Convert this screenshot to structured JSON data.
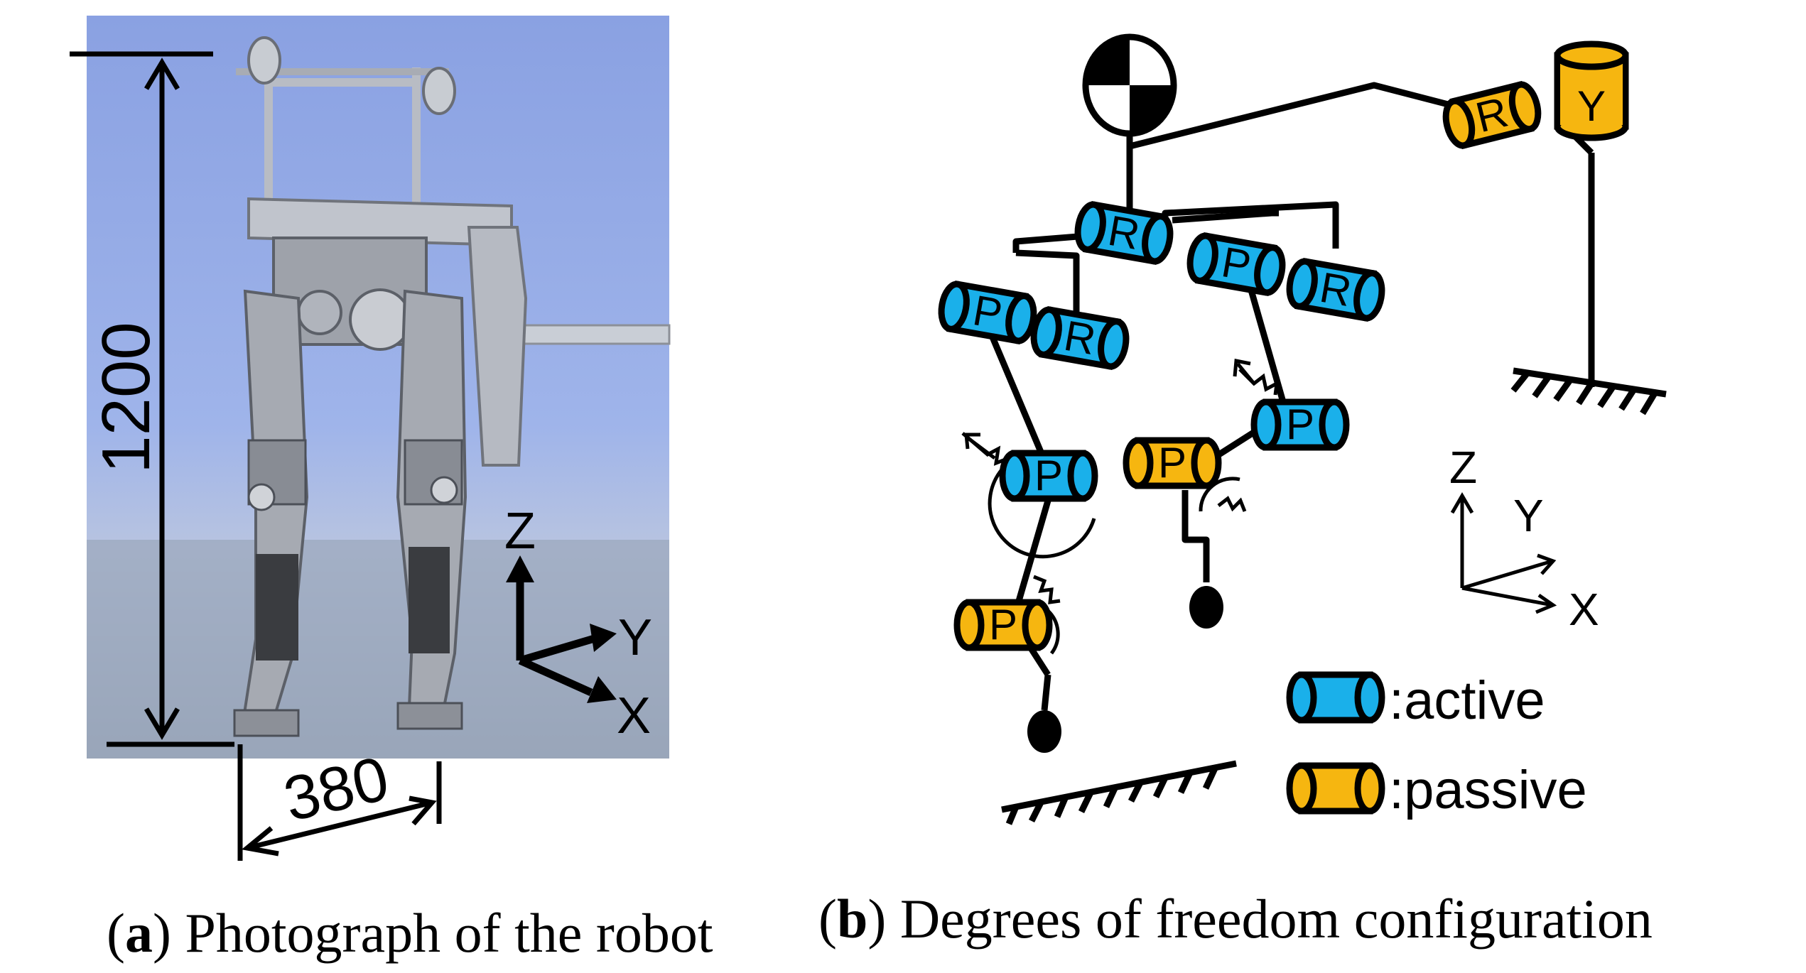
{
  "panel_a": {
    "caption_letter": "a",
    "caption_text": ") Photograph of the robot",
    "height_dim": "1200",
    "width_dim": "380",
    "axes": {
      "z": "Z",
      "y": "Y",
      "x": "X"
    }
  },
  "panel_b": {
    "caption_letter": "b",
    "caption_text": ") Degrees of freedom configuration",
    "joints": {
      "hip_roll": "R",
      "left_hip_pitch": "P",
      "left_hip_roll": "R",
      "right_hip_pitch": "P",
      "right_hip_roll": "R",
      "left_knee": "P",
      "left_ankle": "P",
      "right_knee": "P",
      "right_ankle": "P",
      "boom_roll": "R",
      "boom_yaw": "Y"
    },
    "axes": {
      "z": "Z",
      "y": "Y",
      "x": "X"
    },
    "legend": {
      "active": ":active",
      "passive": ":passive"
    }
  },
  "colors": {
    "active": "#1ab0ea",
    "passive": "#f6b610",
    "background_photo": "#8ea6e4"
  }
}
